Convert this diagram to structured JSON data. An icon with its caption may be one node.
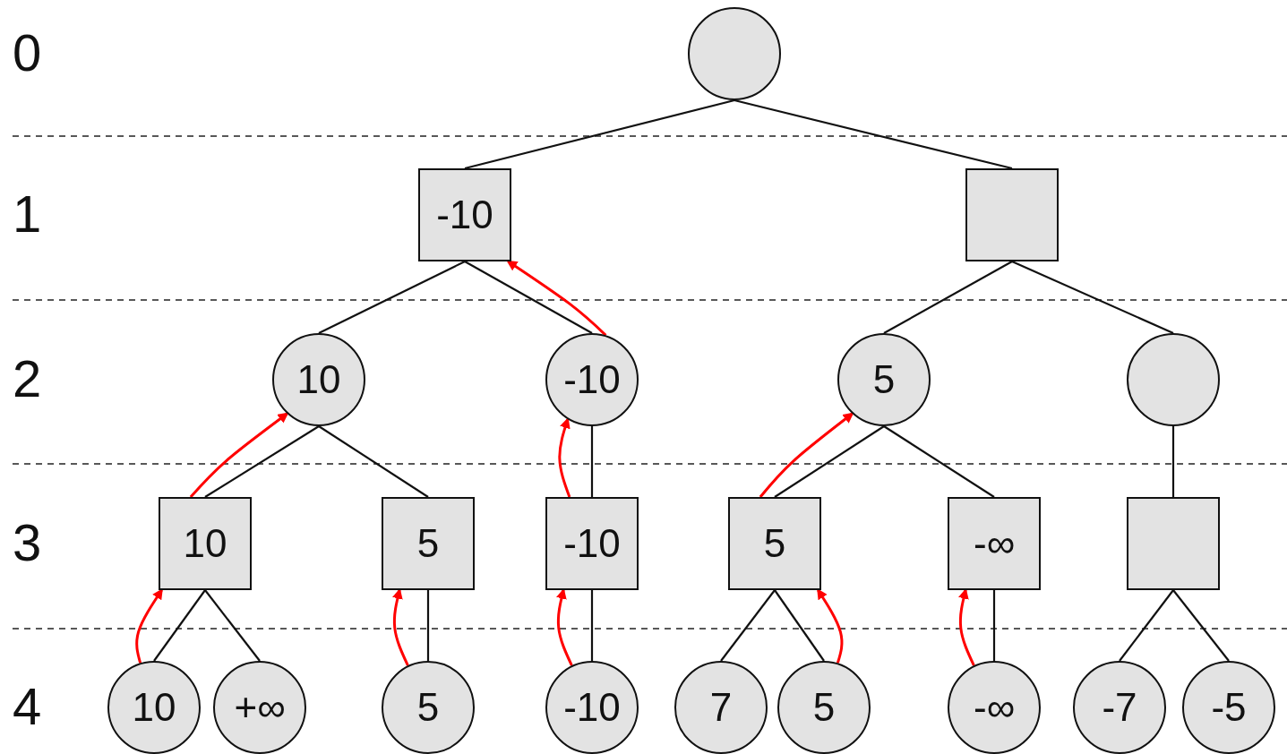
{
  "diagram": {
    "nodes": [
      {
        "text": [],
        "shape": "circle"
      },
      {
        "text": [
          "-10"
        ]
      },
      {
        "text": [],
        "shape": "box"
      },
      {
        "text": [
          "10"
        ]
      },
      {
        "text": [
          "-10"
        ]
      },
      {
        "text": [
          "5"
        ]
      },
      {
        "text": [],
        "shape": "circle"
      },
      {
        "text": [
          "10"
        ]
      },
      {
        "text": [
          "5"
        ]
      },
      {
        "text": [
          "-10"
        ]
      },
      {
        "text": [
          "5"
        ]
      },
      {
        "text": [
          "-∞"
        ]
      },
      {
        "text": [],
        "shape": "box"
      },
      {
        "text": [
          "10"
        ]
      },
      {
        "text": [
          "+∞"
        ]
      },
      {
        "text": [
          "5"
        ]
      },
      {
        "text": [
          "-10"
        ]
      },
      {
        "text": [
          "7"
        ]
      },
      {
        "text": [
          "5"
        ]
      },
      {
        "text": [
          "-∞"
        ]
      },
      {
        "text": [
          "-7"
        ]
      },
      {
        "text": [
          "-5"
        ]
      }
    ],
    "edges": [
      {
        "from": 0,
        "to": 1,
        "arrow": "none"
      },
      {
        "from": 0,
        "to": 2,
        "arrow": "none"
      },
      {
        "from": 1,
        "to": 3,
        "arrow": "none"
      },
      {
        "from": 1,
        "to": 4,
        "arrow": "none"
      },
      {
        "from": 2,
        "to": 5,
        "arrow": "none"
      },
      {
        "from": 2,
        "to": 6,
        "arrow": "none"
      },
      {
        "from": 3,
        "to": 7,
        "arrow": "none"
      },
      {
        "from": 3,
        "to": 8,
        "arrow": "none"
      },
      {
        "from": 4,
        "to": 9,
        "arrow": "none"
      },
      {
        "from": 5,
        "to": 10,
        "arrow": "none"
      },
      {
        "from": 5,
        "to": 11,
        "arrow": "none"
      },
      {
        "from": 6,
        "to": 12,
        "arrow": "none"
      },
      {
        "from": 7,
        "to": 13,
        "arrow": "none"
      },
      {
        "from": 7,
        "to": 14,
        "arrow": "none"
      },
      {
        "from": 8,
        "to": 15,
        "arrow": "none"
      },
      {
        "from": 9,
        "to": 16,
        "arrow": "none"
      },
      {
        "from": 10,
        "to": 17,
        "arrow": "none"
      },
      {
        "from": 10,
        "to": 18,
        "arrow": "none"
      },
      {
        "from": 11,
        "to": 19,
        "arrow": "none"
      },
      {
        "from": 12,
        "to": 20,
        "arrow": "none"
      },
      {
        "from": 12,
        "to": 21,
        "arrow": "none"
      },
      {
        "from": 13,
        "to": 7,
        "arrow": "to",
        "color": "#ff0000"
      },
      {
        "from": 15,
        "to": 8,
        "arrow": "to",
        "color": "#ff0000"
      },
      {
        "from": 16,
        "to": 9,
        "arrow": "to",
        "color": "#ff0000"
      },
      {
        "from": 18,
        "to": 10,
        "arrow": "to",
        "color": "#ff0000"
      },
      {
        "from": 19,
        "to": 11,
        "arrow": "to",
        "color": "#ff0000"
      },
      {
        "from": 7,
        "to": 3,
        "arrow": "to",
        "color": "#ff0000"
      },
      {
        "from": 9,
        "to": 4,
        "arrow": "to",
        "color": "#ff0000"
      },
      {
        "from": 10,
        "to": 5,
        "arrow": "to",
        "color": "#ff0000"
      },
      {
        "from": 4,
        "to": 1,
        "arrow": "to",
        "color": "#ff0000"
      }
    ],
    "labels": [
      "0",
      "1",
      "2",
      "3",
      "4"
    ]
  }
}
